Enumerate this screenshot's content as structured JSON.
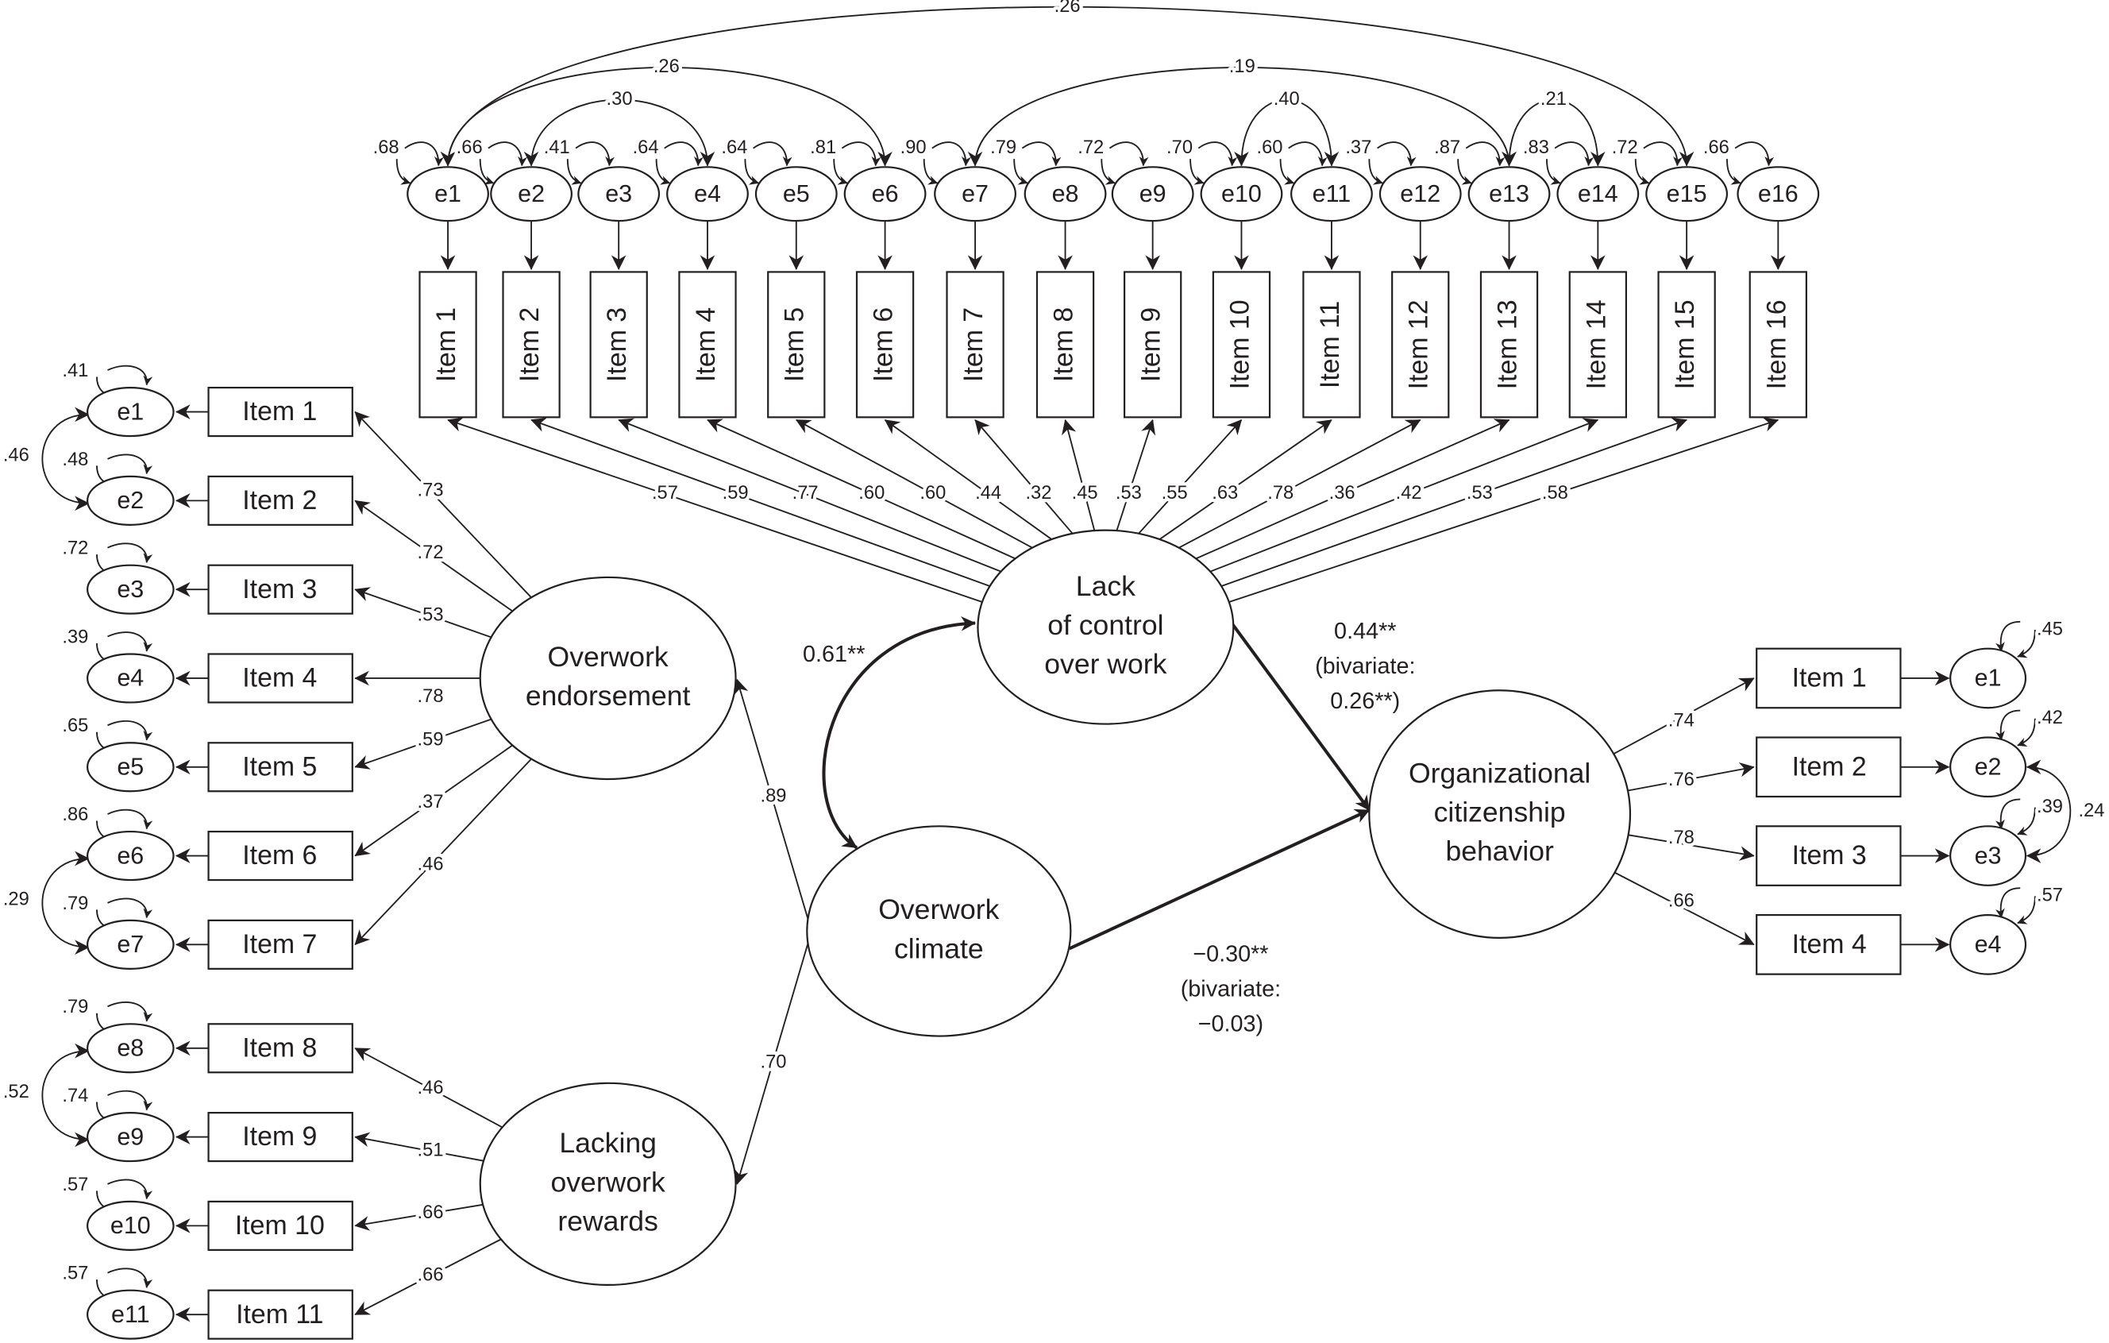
{
  "lack_of_control": {
    "label": [
      "Lack",
      "of control",
      "over work"
    ],
    "items": [
      {
        "item": "Item 1",
        "error": "e1",
        "loading": ".57",
        "variance": ".68"
      },
      {
        "item": "Item 2",
        "error": "e2",
        "loading": ".59",
        "variance": ".66"
      },
      {
        "item": "Item 3",
        "error": "e3",
        "loading": ".77",
        "variance": ".41"
      },
      {
        "item": "Item 4",
        "error": "e4",
        "loading": ".60",
        "variance": ".64"
      },
      {
        "item": "Item 5",
        "error": "e5",
        "loading": ".60",
        "variance": ".64"
      },
      {
        "item": "Item 6",
        "error": "e6",
        "loading": ".44",
        "variance": ".81"
      },
      {
        "item": "Item 7",
        "error": "e7",
        "loading": ".32",
        "variance": ".90"
      },
      {
        "item": "Item 8",
        "error": "e8",
        "loading": ".45",
        "variance": ".79"
      },
      {
        "item": "Item 9",
        "error": "e9",
        "loading": ".53",
        "variance": ".72"
      },
      {
        "item": "Item 10",
        "error": "e10",
        "loading": ".55",
        "variance": ".70"
      },
      {
        "item": "Item 11",
        "error": "e11",
        "loading": ".63",
        "variance": ".60"
      },
      {
        "item": "Item 12",
        "error": "e12",
        "loading": ".78",
        "variance": ".37"
      },
      {
        "item": "Item 13",
        "error": "e13",
        "loading": ".36",
        "variance": ".87"
      },
      {
        "item": "Item 14",
        "error": "e14",
        "loading": ".42",
        "variance": ".83"
      },
      {
        "item": "Item 15",
        "error": "e15",
        "loading": ".53",
        "variance": ".72"
      },
      {
        "item": "Item 16",
        "error": "e16",
        "loading": ".58",
        "variance": ".66"
      }
    ],
    "covariances": [
      {
        "from": 0,
        "to": 14,
        "value": ".26"
      },
      {
        "from": 0,
        "to": 5,
        "value": ".26"
      },
      {
        "from": 1,
        "to": 3,
        "value": ".30"
      },
      {
        "from": 6,
        "to": 12,
        "value": ".19"
      },
      {
        "from": 9,
        "to": 10,
        "value": ".40"
      },
      {
        "from": 12,
        "to": 13,
        "value": ".21"
      }
    ]
  },
  "overwork_endorsement": {
    "label": [
      "Overwork",
      "endorsement"
    ],
    "items": [
      {
        "item": "Item 1",
        "error": "e1",
        "loading": ".73",
        "variance": ".41"
      },
      {
        "item": "Item 2",
        "error": "e2",
        "loading": ".72",
        "variance": ".48"
      },
      {
        "item": "Item 3",
        "error": "e3",
        "loading": ".53",
        "variance": ".72"
      },
      {
        "item": "Item 4",
        "error": "e4",
        "loading": ".78",
        "variance": ".39"
      },
      {
        "item": "Item 5",
        "error": "e5",
        "loading": ".59",
        "variance": ".65"
      },
      {
        "item": "Item 6",
        "error": "e6",
        "loading": ".37",
        "variance": ".86"
      },
      {
        "item": "Item 7",
        "error": "e7",
        "loading": ".46",
        "variance": ".79"
      }
    ],
    "covariances": [
      {
        "from": 0,
        "to": 1,
        "value": ".46"
      },
      {
        "from": 5,
        "to": 6,
        "value": ".29"
      }
    ]
  },
  "lacking_overwork_rewards": {
    "label": [
      "Lacking",
      "overwork",
      "rewards"
    ],
    "items": [
      {
        "item": "Item 8",
        "error": "e8",
        "loading": ".46",
        "variance": ".79"
      },
      {
        "item": "Item 9",
        "error": "e9",
        "loading": ".51",
        "variance": ".74"
      },
      {
        "item": "Item 10",
        "error": "e10",
        "loading": ".66",
        "variance": ".57"
      },
      {
        "item": "Item 11",
        "error": "e11",
        "loading": ".66",
        "variance": ".57"
      }
    ],
    "covariances": [
      {
        "from": 0,
        "to": 1,
        "value": ".52"
      }
    ]
  },
  "overwork_climate": {
    "label": [
      "Overwork",
      "climate"
    ],
    "to_endorsement": ".89",
    "to_rewards": ".70",
    "cov_lack_of_control": "0.61**"
  },
  "ocb": {
    "label": [
      "Organizational",
      "citizenship",
      "behavior"
    ],
    "items": [
      {
        "item": "Item 1",
        "error": "e1",
        "loading": ".74",
        "variance": ".45"
      },
      {
        "item": "Item 2",
        "error": "e2",
        "loading": ".76",
        "variance": ".42"
      },
      {
        "item": "Item 3",
        "error": "e3",
        "loading": ".78",
        "variance": ".39"
      },
      {
        "item": "Item 4",
        "error": "e4",
        "loading": ".66",
        "variance": ".57"
      }
    ],
    "covariances": [
      {
        "from": 1,
        "to": 2,
        "value": ".24"
      }
    ]
  },
  "structural_paths": {
    "lack_to_ocb": [
      "0.44**",
      "(bivariate:",
      "0.26**)"
    ],
    "climate_to_ocb": [
      "−0.30**",
      "(bivariate:",
      "−0.03)"
    ]
  }
}
